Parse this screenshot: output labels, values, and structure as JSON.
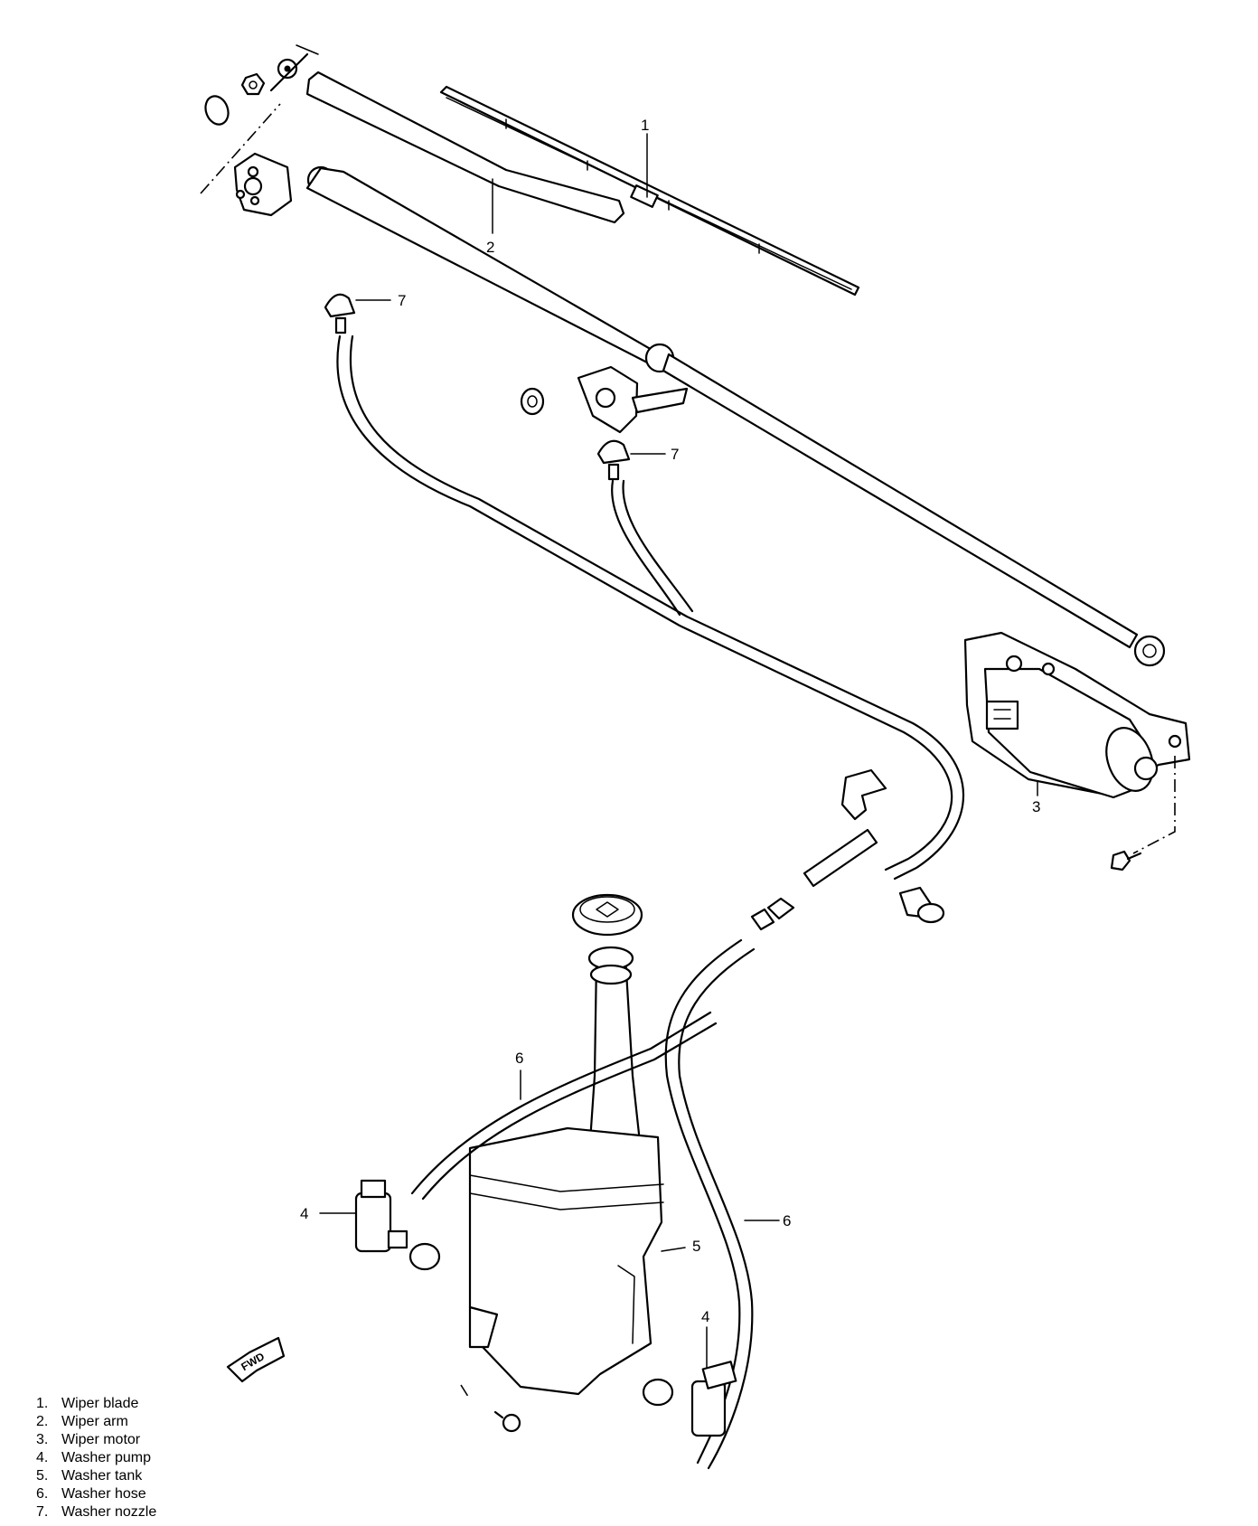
{
  "diagram": {
    "callouts": [
      "1",
      "2",
      "3",
      "4",
      "4",
      "5",
      "6",
      "6",
      "7",
      "7"
    ],
    "fwd_badge": "FWD"
  },
  "legend": [
    {
      "num": "1.",
      "label": "Wiper blade"
    },
    {
      "num": "2.",
      "label": "Wiper arm"
    },
    {
      "num": "3.",
      "label": "Wiper motor"
    },
    {
      "num": "4.",
      "label": "Washer pump"
    },
    {
      "num": "5.",
      "label": "Washer tank"
    },
    {
      "num": "6.",
      "label": "Washer hose"
    },
    {
      "num": "7.",
      "label": "Washer nozzle"
    }
  ]
}
